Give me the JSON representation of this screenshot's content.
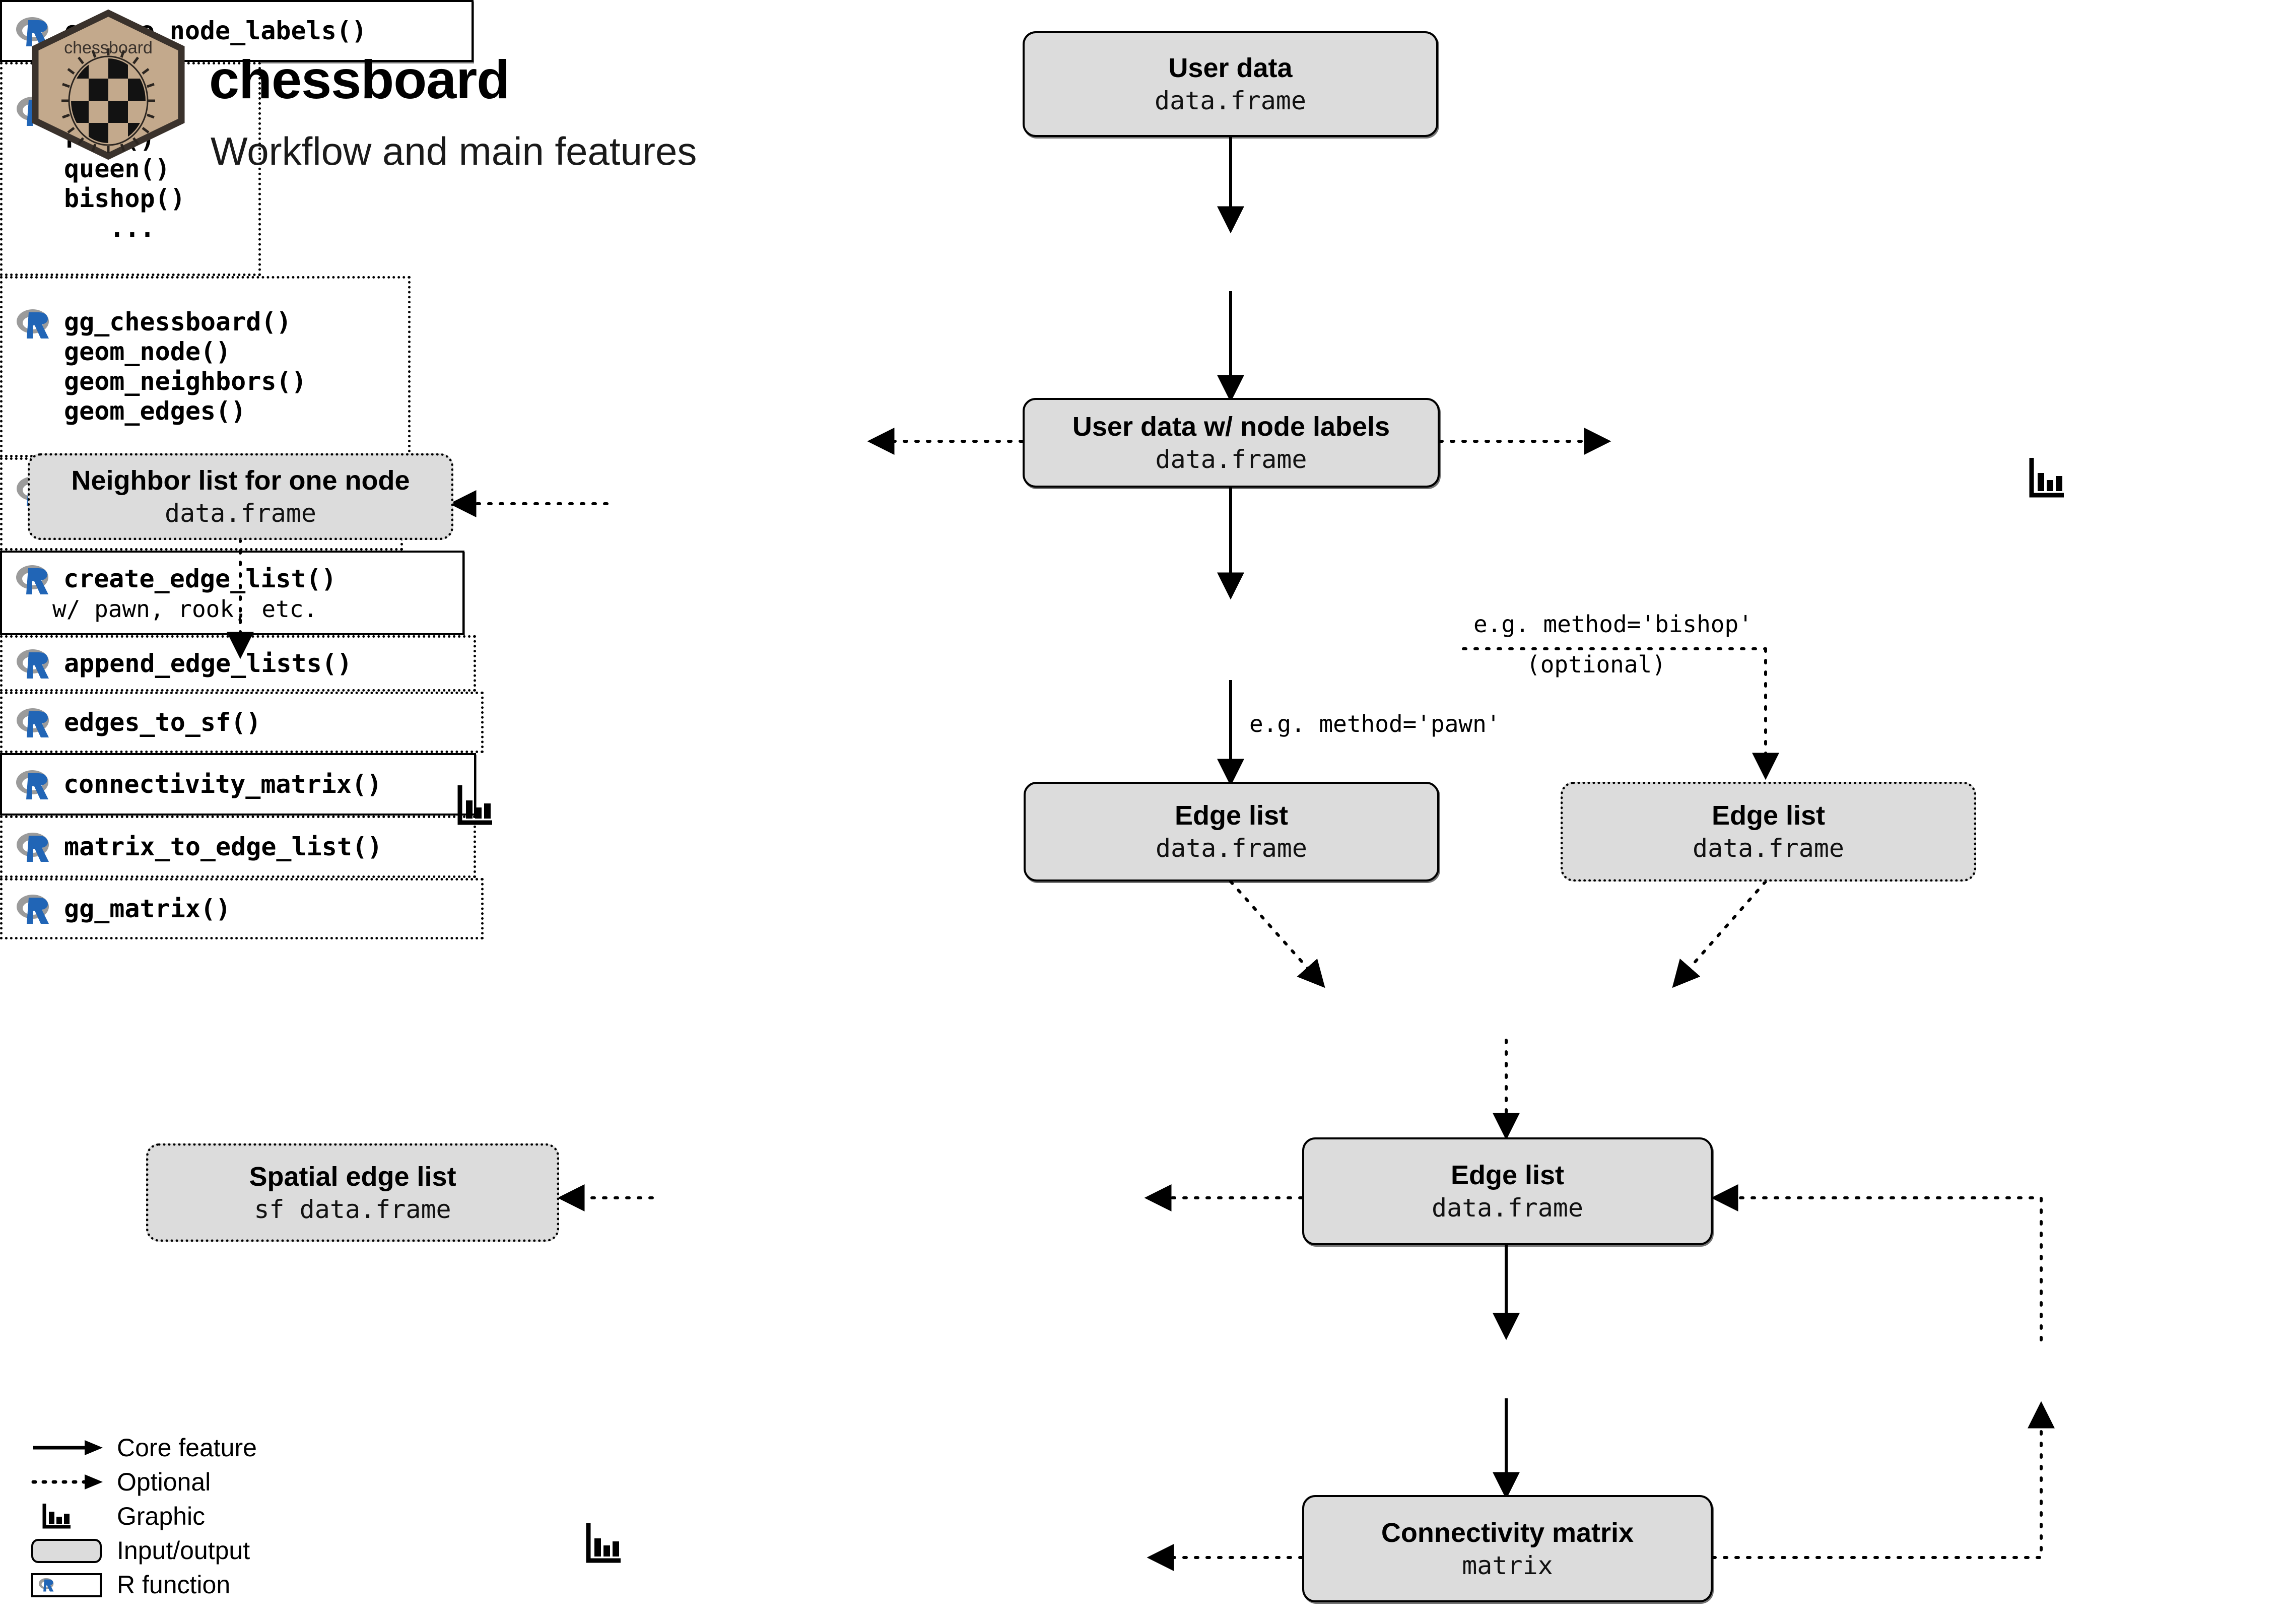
{
  "header": {
    "title": "chessboard",
    "subtitle": "Workflow and main features",
    "logo_text": "chessboard",
    "logo_colors": {
      "fill": "#c3a98c",
      "border": "#3a322c"
    }
  },
  "colors": {
    "io_fill": "#dcdcdc",
    "stroke": "#000000",
    "r_blue": "#2165b6",
    "r_gray": "#9b9b9b",
    "page_bg": "#ffffff"
  },
  "nodes": {
    "user_data": {
      "title": "User data",
      "subtitle": "data.frame"
    },
    "user_data_labels": {
      "title": "User data w/ node labels",
      "subtitle": "data.frame"
    },
    "neighbor_list": {
      "title": "Neighbor list for one node",
      "subtitle": "data.frame"
    },
    "edge_list_pawn": {
      "title": "Edge list",
      "subtitle": "data.frame"
    },
    "edge_list_bishop": {
      "title": "Edge list",
      "subtitle": "data.frame"
    },
    "edge_list_main": {
      "title": "Edge list",
      "subtitle": "data.frame"
    },
    "spatial_edge_list": {
      "title": "Spatial edge list",
      "subtitle": "sf data.frame"
    },
    "connectivity_matrix": {
      "title": "Connectivity matrix",
      "subtitle": "matrix"
    }
  },
  "functions": {
    "create_node_labels": {
      "label": "create_node_labels()"
    },
    "create_edge_list": {
      "label": "create_edge_list()",
      "sub": "w/ pawn, rook, etc."
    },
    "piece_funs": {
      "label": "pawn()\nrook()\nqueen()\nbishop()\n   ..."
    },
    "gg_chessboard_right": {
      "label": "gg_chessboard()\ngeom_node()"
    },
    "gg_chessboard_left": {
      "label": "gg_chessboard()\ngeom_node()\ngeom_neighbors()\ngeom_edges()"
    },
    "append_edge_lists": {
      "label": "append_edge_lists()"
    },
    "edges_to_sf": {
      "label": "edges_to_sf()"
    },
    "connectivity_matrix": {
      "label": "connectivity_matrix()"
    },
    "matrix_to_edge_list": {
      "label": "matrix_to_edge_list()"
    },
    "gg_matrix": {
      "label": "gg_matrix()"
    }
  },
  "edge_labels": {
    "bishop": "e.g. method='bishop'",
    "optional": "(optional)",
    "pawn": "e.g. method='pawn'"
  },
  "legend": {
    "items": [
      {
        "icon": "solid-arrow-icon",
        "label": "Core feature"
      },
      {
        "icon": "dotted-arrow-icon",
        "label": "Optional"
      },
      {
        "icon": "graphic-icon",
        "label": "Graphic"
      },
      {
        "icon": "io-box-icon",
        "label": "Input/output"
      },
      {
        "icon": "r-function-icon",
        "label": "R function"
      }
    ]
  }
}
